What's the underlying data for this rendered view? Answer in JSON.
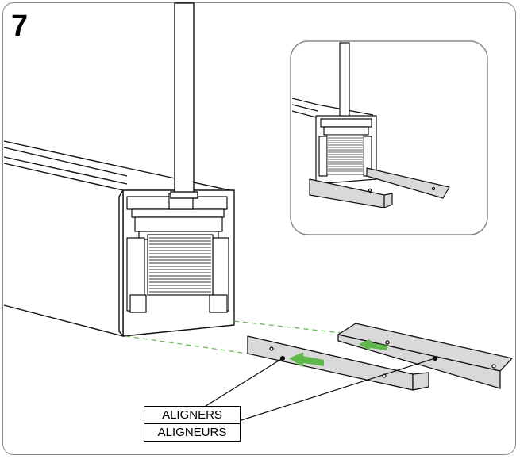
{
  "step_number": "7",
  "label_en": "ALIGNERS",
  "label_fr": "ALIGNEURS",
  "colors": {
    "line": "#111111",
    "aligner_fill": "#d9d9d9",
    "arrow": "#5fb84a",
    "guide_dash": "#5fb84a",
    "frame": "#8a8a8a"
  }
}
